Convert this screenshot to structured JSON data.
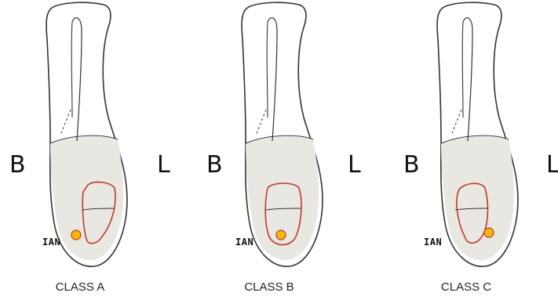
{
  "labels": {
    "buccal": "B",
    "lingual": "L",
    "nerve": "IAN"
  },
  "colors": {
    "outline": "#333333",
    "cancellous": "#e9e7e2",
    "tooth_outline": "#c0392b",
    "nerve_fill": "#f5b800",
    "nerve_stroke": "#c0392b"
  },
  "panels": [
    {
      "class_label": "CLASS A"
    },
    {
      "class_label": "CLASS B"
    },
    {
      "class_label": "CLASS C"
    }
  ]
}
